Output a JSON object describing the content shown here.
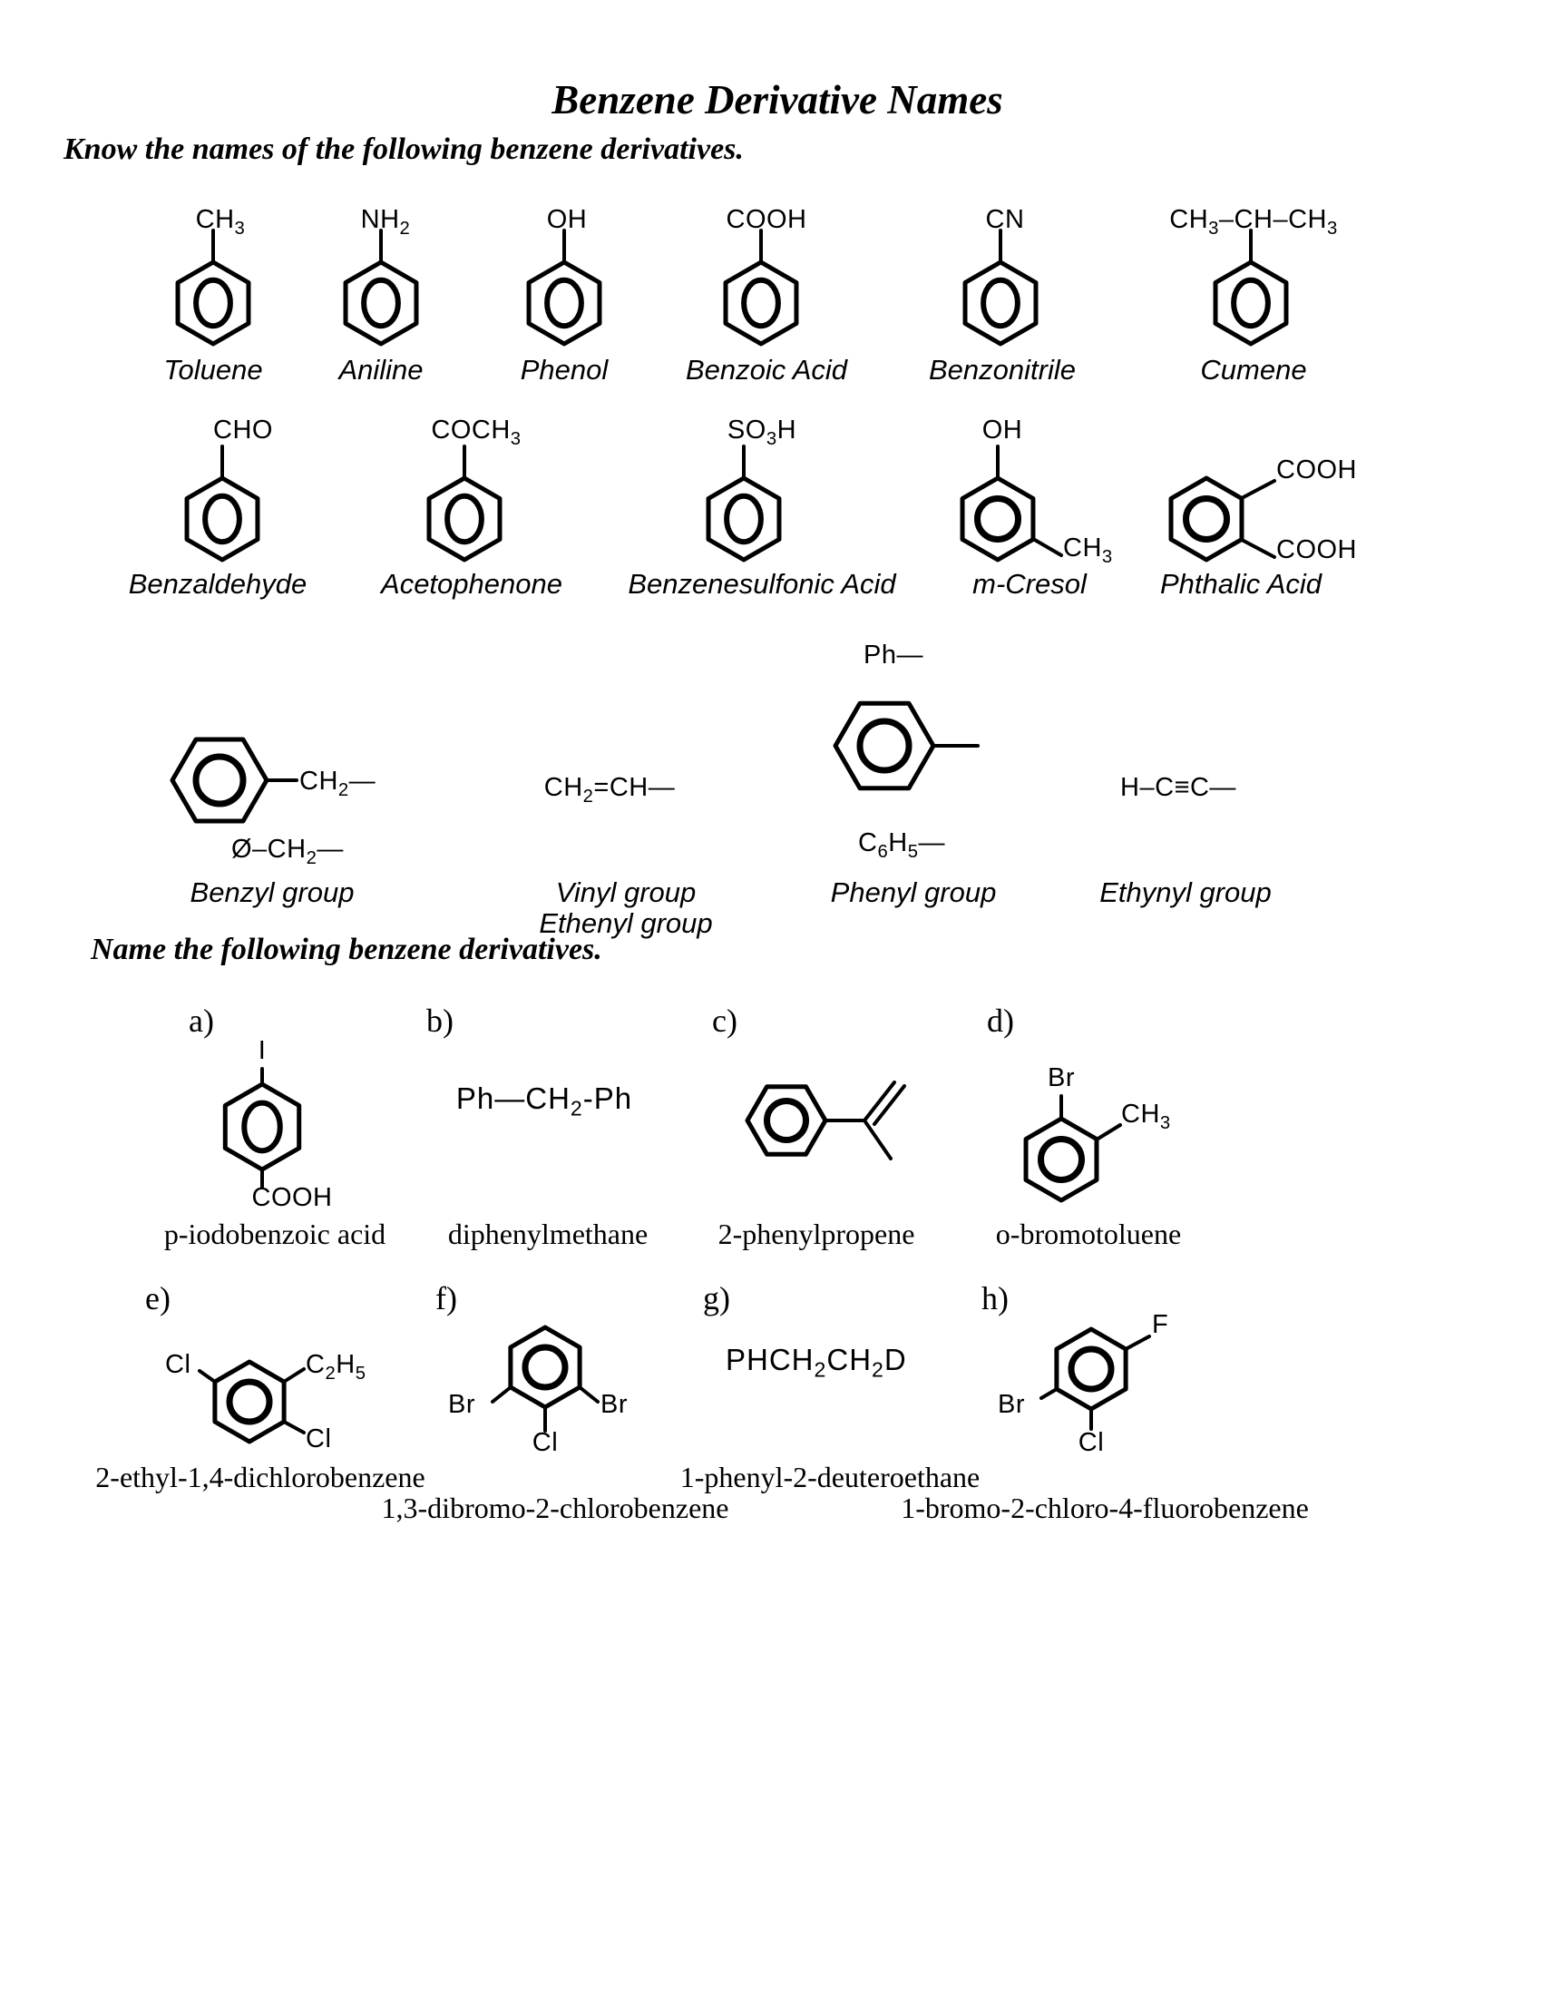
{
  "page": {
    "title": "Benzene Derivative Names",
    "heading1": "Know the names of the following benzene derivatives.",
    "heading2": "Name the following benzene derivatives."
  },
  "known": [
    {
      "id": "toluene",
      "formula": "CH~3~",
      "label": "Toluene"
    },
    {
      "id": "aniline",
      "formula": "NH~2~",
      "label": "Aniline"
    },
    {
      "id": "phenol",
      "formula": "OH",
      "label": "Phenol"
    },
    {
      "id": "benzoic-acid",
      "formula": "COOH",
      "label": "Benzoic Acid"
    },
    {
      "id": "benzonitrile",
      "formula": "CN",
      "label": "Benzonitrile"
    },
    {
      "id": "cumene",
      "formula": "CH~3~–CH–CH~3~",
      "label": "Cumene"
    },
    {
      "id": "benzaldehyde",
      "formula": "CHO",
      "label": "Benzaldehyde"
    },
    {
      "id": "acetophenone",
      "formula": "COCH~3~",
      "label": "Acetophenone"
    },
    {
      "id": "benzenesulfonic-acid",
      "formula": "SO~3~H",
      "label": "Benzenesulfonic Acid"
    },
    {
      "id": "m-cresol",
      "formula": "OH",
      "formula2": "CH~3~",
      "label": "m-Cresol"
    },
    {
      "id": "phthalic-acid",
      "formula": "COOH",
      "formula2": "COOH",
      "label": "Phthalic Acid"
    }
  ],
  "groups": {
    "benzyl": {
      "chain": "CH~2~—",
      "symbol": "Ø–CH~2~—",
      "label": "Benzyl group"
    },
    "vinyl": {
      "formula": "CH~2~=CH—",
      "label": "Vinyl group",
      "label2": "Ethenyl group"
    },
    "phenyl": {
      "ph": "Ph—",
      "formula": "C~6~H~5~—",
      "label": "Phenyl group"
    },
    "ethynyl": {
      "formula": "H–C≡C—",
      "label": "Ethynyl group"
    }
  },
  "problems": {
    "a": {
      "letter": "a)",
      "top_sub": "I",
      "bottom_sub": "COOH",
      "answer": "p-iodobenzoic acid"
    },
    "b": {
      "letter": "b)",
      "formula": "Ph—CH~2~-Ph",
      "answer": "diphenylmethane"
    },
    "c": {
      "letter": "c)",
      "answer": "2-phenylpropene"
    },
    "d": {
      "letter": "d)",
      "br": "Br",
      "ch3": "CH~3~",
      "answer": "o-bromotoluene"
    },
    "e": {
      "letter": "e)",
      "cl1": "Cl",
      "ethyl": "C~2~H~5~",
      "cl2": "Cl",
      "answer": "2-ethyl-1,4-dichlorobenzene"
    },
    "f": {
      "letter": "f)",
      "br1": "Br",
      "br2": "Br",
      "cl": "Cl",
      "answer": "1,3-dibromo-2-chlorobenzene"
    },
    "g": {
      "letter": "g)",
      "formula": "PHCH~2~CH~2~D",
      "answer": "1-phenyl-2-deuteroethane"
    },
    "h": {
      "letter": "h)",
      "f": "F",
      "br": "Br",
      "cl": "Cl",
      "answer": "1-bromo-2-chloro-4-fluorobenzene"
    }
  }
}
